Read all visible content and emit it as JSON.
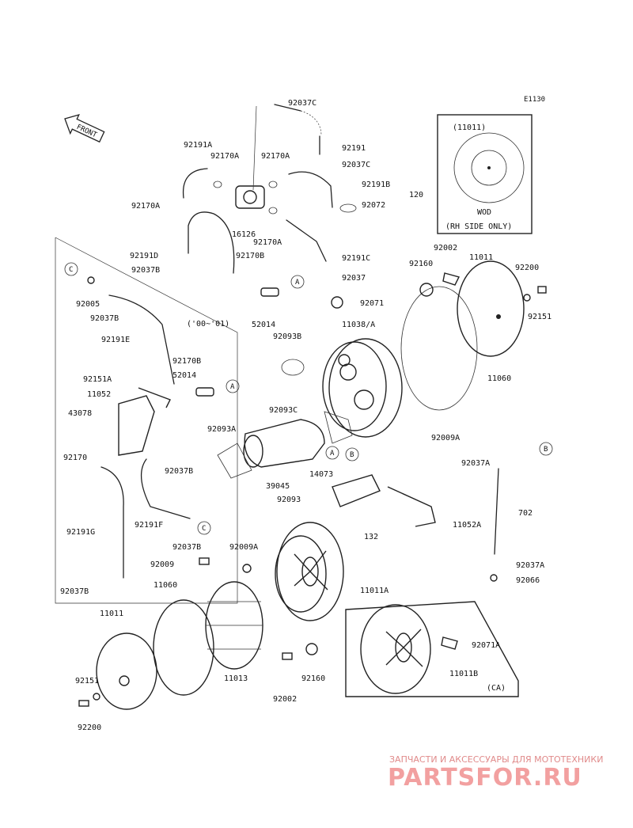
{
  "diagram": {
    "code": "E1130",
    "front_label": "FRONT",
    "inset_top": {
      "part": "(11011)",
      "mark": "WOD",
      "note": "(RH SIDE ONLY)"
    },
    "inset_bottom": {
      "part": "11011B",
      "note": "(CA)"
    },
    "year_note": "('00~'01)",
    "callouts": [
      "A",
      "B",
      "C"
    ],
    "part_labels": [
      "92037C",
      "92191",
      "92037C",
      "92191A",
      "92170A",
      "92170A",
      "92191B",
      "120",
      "92072",
      "92170A",
      "16126",
      "92170A",
      "92191D",
      "92170B",
      "92037B",
      "92191C",
      "92037",
      "92002",
      "11011",
      "92160",
      "92200",
      "92005",
      "92037B",
      "52014",
      "92071",
      "92151",
      "11038/A",
      "92191E",
      "92093B",
      "92170B",
      "52014",
      "92151A",
      "11052",
      "11060",
      "43078",
      "92093C",
      "92009A",
      "92093A",
      "92170",
      "92037B",
      "39045",
      "14073",
      "92093",
      "92037A",
      "702",
      "132",
      "11052A",
      "92191F",
      "92191G",
      "92037B",
      "92009A",
      "92009",
      "11011A",
      "92037A",
      "92066",
      "11060",
      "11011",
      "92037B",
      "92071A",
      "11013",
      "92160",
      "11011B",
      "92151",
      "92002",
      "92200"
    ]
  },
  "watermark": {
    "line1": "ЗАПЧАСТИ И АКСЕССУАРЫ ДЛЯ МОТОТЕХНИКИ",
    "line2": "PARTSFOR.RU"
  }
}
